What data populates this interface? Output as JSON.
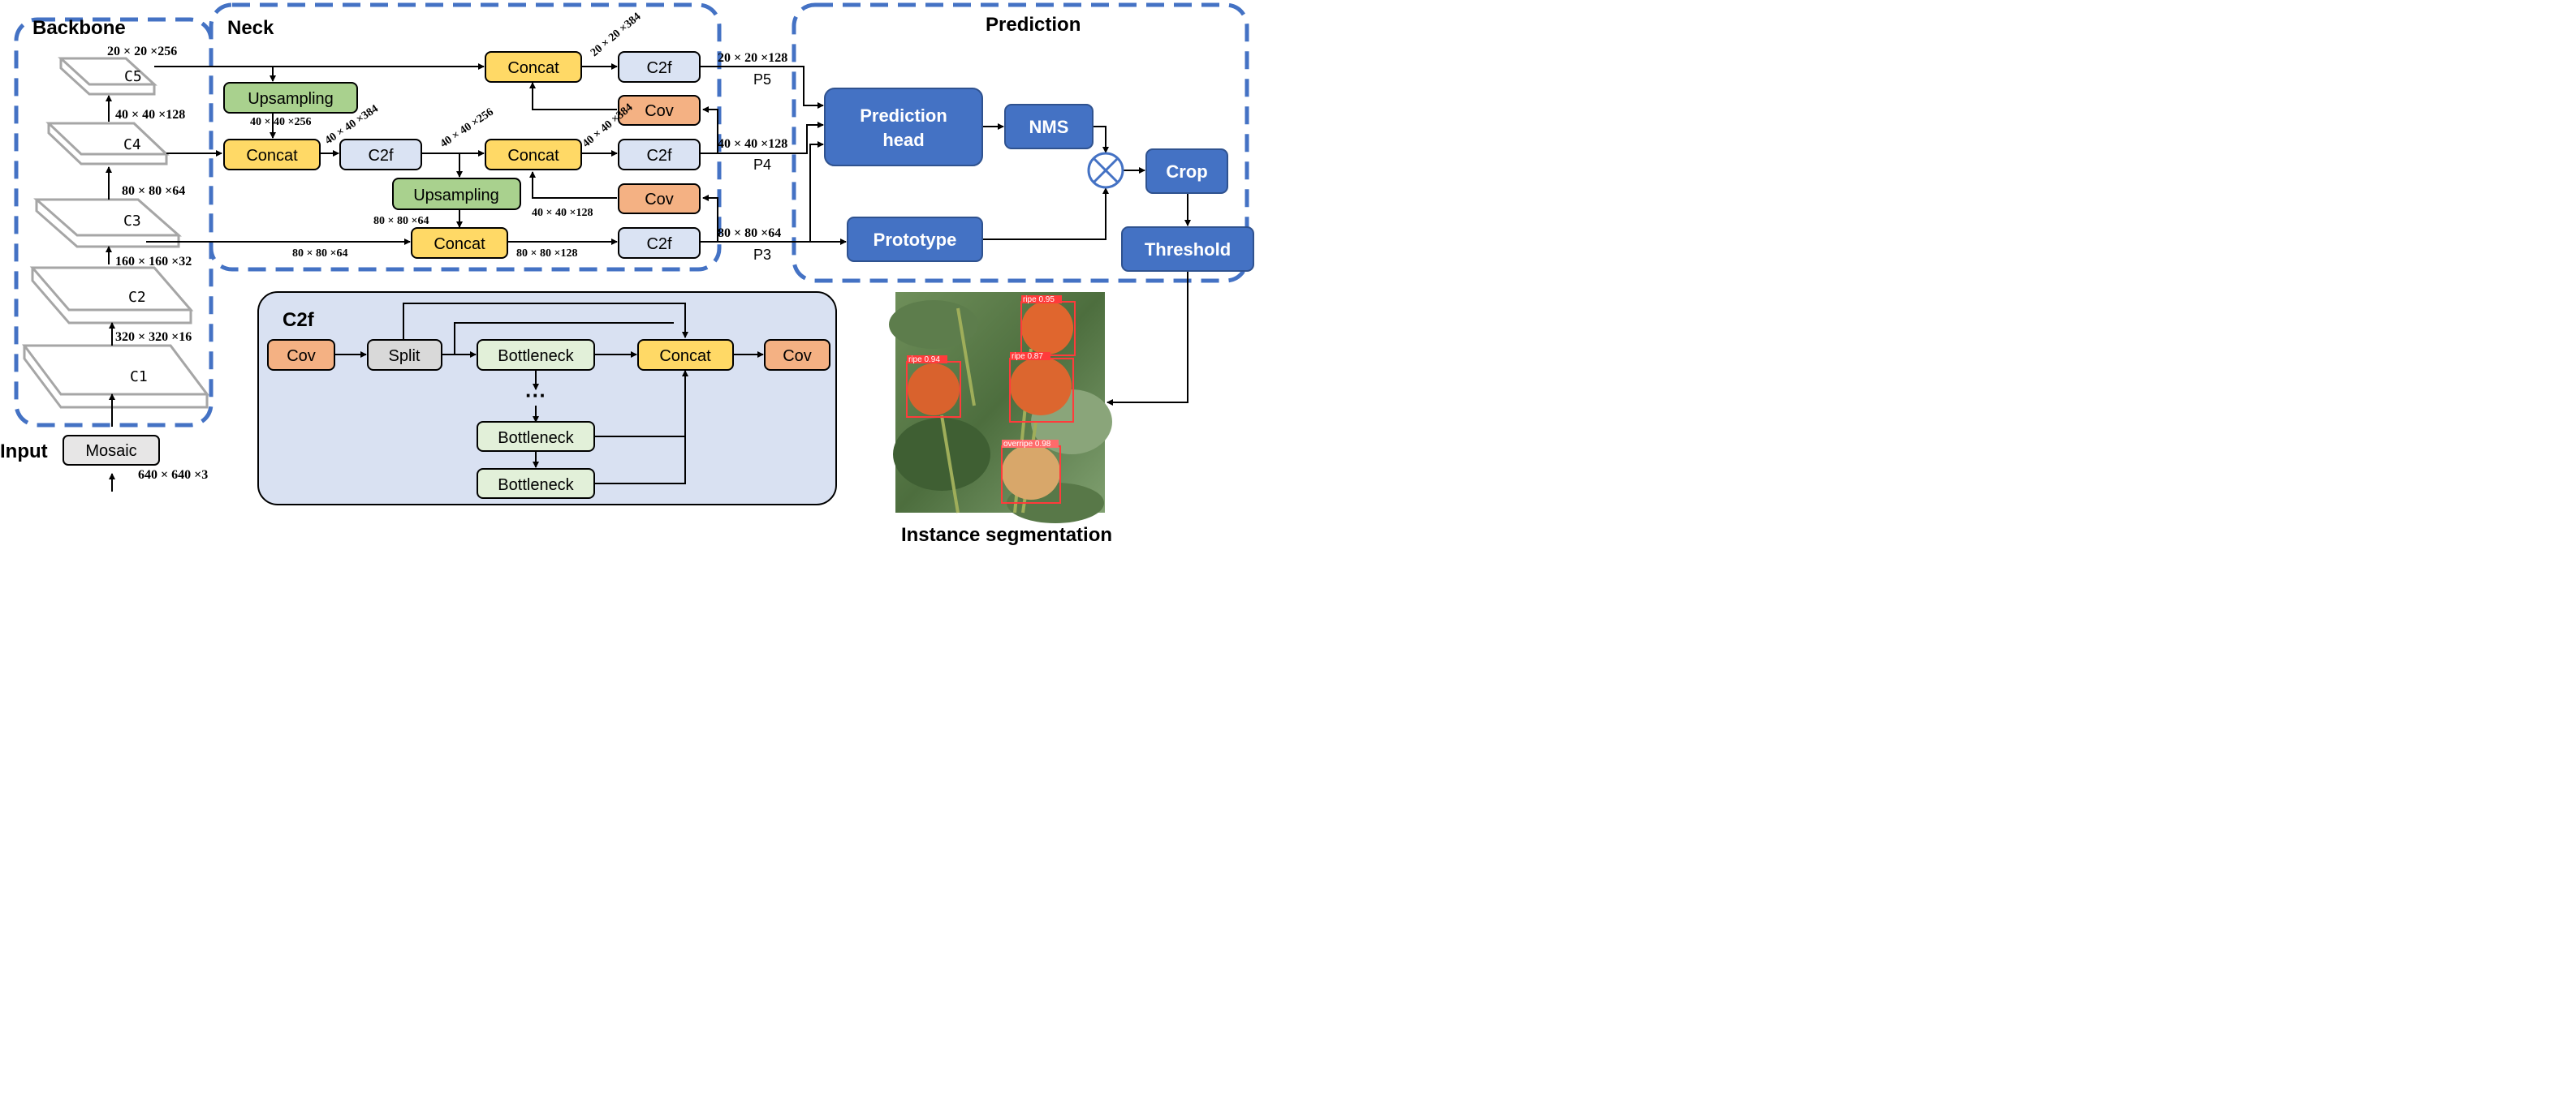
{
  "sections": {
    "backbone": "Backbone",
    "neck": "Neck",
    "prediction": "Prediction",
    "c2f": "C2f"
  },
  "input": {
    "label": "Input",
    "block": "Mosaic",
    "dim": "640 × 640 ×3"
  },
  "backbone": {
    "layers": [
      "C1",
      "C2",
      "C3",
      "C4",
      "C5"
    ],
    "dims": [
      "320 × 320 ×16",
      "160 × 160 ×32",
      "80 × 80 ×64",
      "40 × 40 ×128",
      "20 × 20 ×256"
    ]
  },
  "neck": {
    "upsampling": "Upsampling",
    "concat": "Concat",
    "c2f": "C2f",
    "cov": "Cov",
    "dims": {
      "up1_out": "40 × 40 ×256",
      "concat1_out": "40 × 40 ×384",
      "c2f1_out": "40 × 40 ×256",
      "up2_in": "80 × 80 ×64",
      "c3_line": "80 × 80 ×64",
      "concat3_out": "80 × 80 ×128",
      "cov_low": "40 × 40 ×128",
      "concat4_out": "40 × 40 ×384",
      "concat5_out": "20 × 20 ×384"
    },
    "outputs": [
      {
        "dim": "20 × 20 ×128",
        "name": "P5"
      },
      {
        "dim": "40 × 40 ×128",
        "name": "P4"
      },
      {
        "dim": "80 × 80 ×64",
        "name": "P3"
      }
    ]
  },
  "prediction": {
    "head": [
      "Prediction",
      "head"
    ],
    "nms": "NMS",
    "prototype": "Prototype",
    "crop": "Crop",
    "threshold": "Threshold"
  },
  "c2f_detail": {
    "cov": "Cov",
    "split": "Split",
    "bottleneck": "Bottleneck",
    "dots": "···",
    "concat": "Concat"
  },
  "result": {
    "caption": "Instance segmentation",
    "detections": [
      "ripe 0.95",
      "ripe 0.94",
      "ripe 0.87",
      "overripe 0.98"
    ]
  },
  "colors": {
    "dashed_border": "#4472c4",
    "concat": "#ffd966",
    "c2f": "#dae3f3",
    "cov": "#f4b183",
    "upsampling": "#a9d18e",
    "mosaic": "#e7e6e6",
    "bottleneck": "#e2f0d9",
    "prediction_block": "#4472c4",
    "c2f_panel": "#d9e1f2"
  }
}
